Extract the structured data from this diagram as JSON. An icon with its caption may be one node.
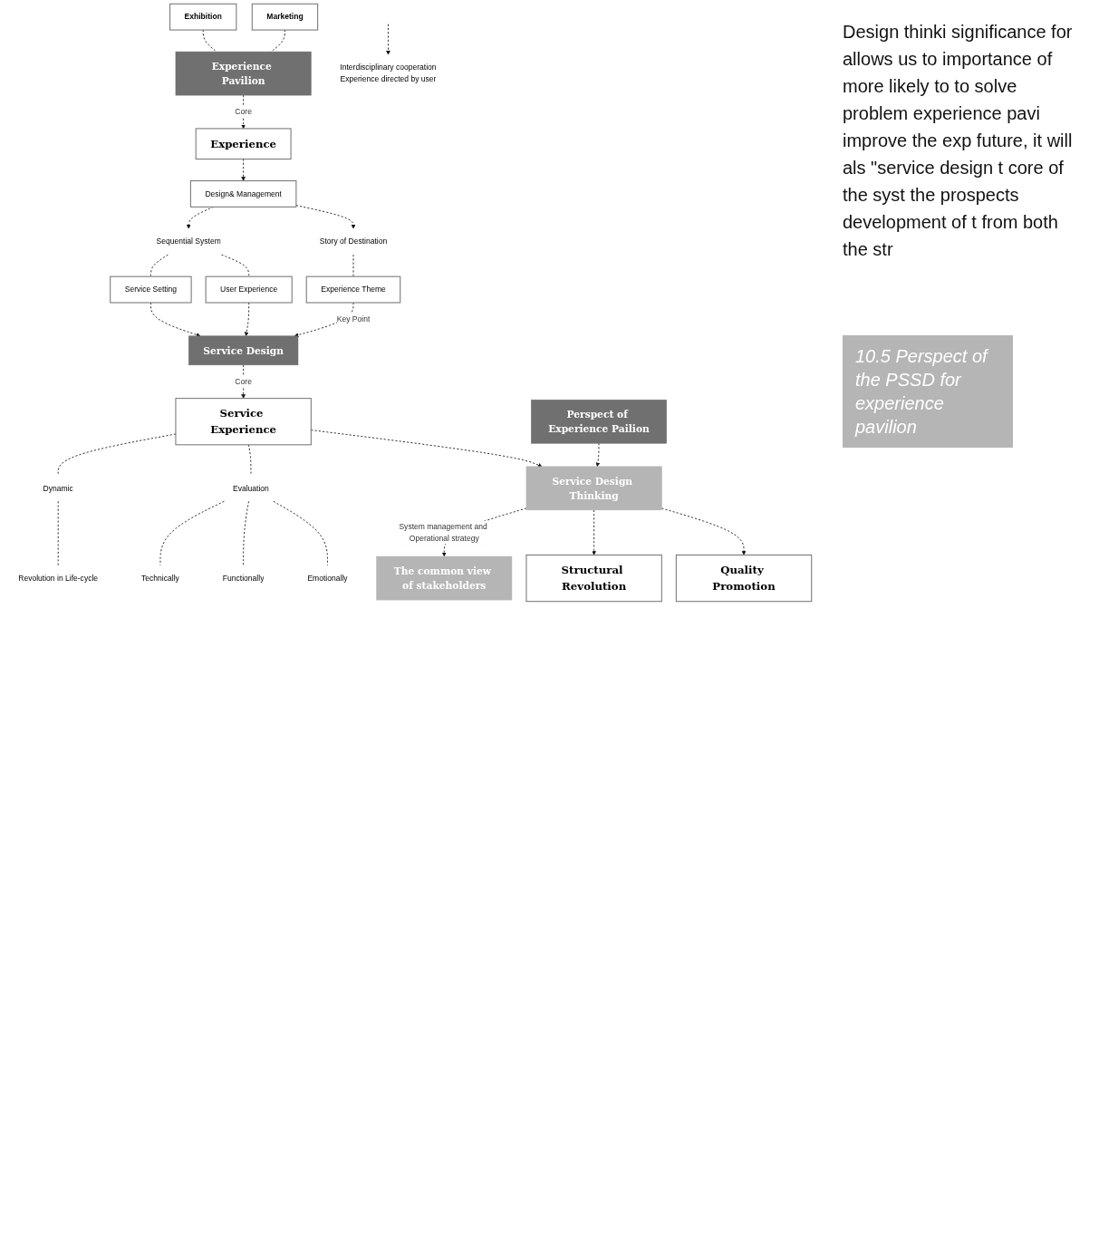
{
  "diagram": {
    "caption": "10.5 Perspect of the PSSD for experience pavilion",
    "nodes": [
      {
        "text": [
          "Exhibition"
        ]
      },
      {
        "text": [
          "Marketing"
        ]
      },
      {
        "text": [
          "Experience Pavilion"
        ]
      },
      {
        "text": [
          "Experience"
        ]
      },
      {
        "text": [
          "Design& Management"
        ]
      },
      {
        "text": [
          "Sequential System"
        ]
      },
      {
        "text": [
          "Story of Destination"
        ]
      },
      {
        "text": [
          "Service Setting"
        ]
      },
      {
        "text": [
          "User Experience"
        ]
      },
      {
        "text": [
          "Experience Theme"
        ]
      },
      {
        "text": [
          "Service Design"
        ]
      },
      {
        "text": [
          "Service Experience"
        ]
      },
      {
        "text": [
          "Dynamic"
        ]
      },
      {
        "text": [
          "Evaluation"
        ]
      },
      {
        "text": [
          "Revolution in Life-cycle"
        ]
      },
      {
        "text": [
          "Technically"
        ]
      },
      {
        "text": [
          "Functionally"
        ]
      },
      {
        "text": [
          "Emotionally"
        ]
      },
      {
        "text": [
          "Perspect of Experience Pailion"
        ]
      },
      {
        "text": [
          "Service Design Thinking"
        ]
      },
      {
        "text": [
          "The common view of stakeholders"
        ]
      },
      {
        "text": [
          "Structural Revolution"
        ]
      },
      {
        "text": [
          "Quality Promotion"
        ]
      },
      {
        "text": [
          "Interdisciplinary cooperation",
          "Experience directed by user"
        ]
      }
    ],
    "edges": [
      {
        "from": 0,
        "to": 2,
        "arrow": "none",
        "style": "dashed"
      },
      {
        "from": 1,
        "to": 2,
        "arrow": "none",
        "style": "dashed"
      },
      {
        "from": 2,
        "to": 3,
        "arrow": "to",
        "style": "dashed",
        "label": "Core"
      },
      {
        "from": 3,
        "to": 4,
        "arrow": "to",
        "style": "dashed"
      },
      {
        "from": 4,
        "to": 5,
        "arrow": "to",
        "style": "dashed"
      },
      {
        "from": 4,
        "to": 6,
        "arrow": "to",
        "style": "dashed"
      },
      {
        "from": 5,
        "to": 7,
        "arrow": "none",
        "style": "dashed"
      },
      {
        "from": 5,
        "to": 8,
        "arrow": "none",
        "style": "dashed"
      },
      {
        "from": 6,
        "to": 9,
        "arrow": "none",
        "style": "dashed"
      },
      {
        "from": 7,
        "to": 10,
        "arrow": "to",
        "style": "dashed"
      },
      {
        "from": 8,
        "to": 10,
        "arrow": "to",
        "style": "dashed"
      },
      {
        "from": 9,
        "to": 10,
        "arrow": "to",
        "style": "dashed",
        "label": "Key Point"
      },
      {
        "from": 10,
        "to": 11,
        "arrow": "to",
        "style": "dashed",
        "label": "Core"
      },
      {
        "from": 11,
        "to": 12,
        "arrow": "none",
        "style": "dashed"
      },
      {
        "from": 11,
        "to": 13,
        "arrow": "none",
        "style": "dashed"
      },
      {
        "from": 12,
        "to": 14,
        "arrow": "none",
        "style": "dashed"
      },
      {
        "from": 13,
        "to": 15,
        "arrow": "none",
        "style": "dashed"
      },
      {
        "from": 13,
        "to": 16,
        "arrow": "none",
        "style": "dashed"
      },
      {
        "from": 13,
        "to": 17,
        "arrow": "none",
        "style": "dashed"
      },
      {
        "from": 18,
        "to": 19,
        "arrow": "to",
        "style": "dashed"
      },
      {
        "from": 11,
        "to": 19,
        "arrow": "to",
        "style": "dashed"
      },
      {
        "from": 19,
        "to": 20,
        "arrow": "to",
        "style": "dashed",
        "label": "System management and Operational strategy"
      },
      {
        "from": 19,
        "to": 21,
        "arrow": "to",
        "style": "dashed"
      },
      {
        "from": 19,
        "to": 22,
        "arrow": "to",
        "style": "dashed"
      },
      {
        "from": null,
        "to": 23,
        "arrow": "to",
        "style": "dashed"
      }
    ],
    "labels": [
      "Design thinki significance for allows us to importance of more likely to to solve problem experience pavi improve the exp future, it will als \"service design t core of the syst the prospects development of t from both the str"
    ]
  }
}
